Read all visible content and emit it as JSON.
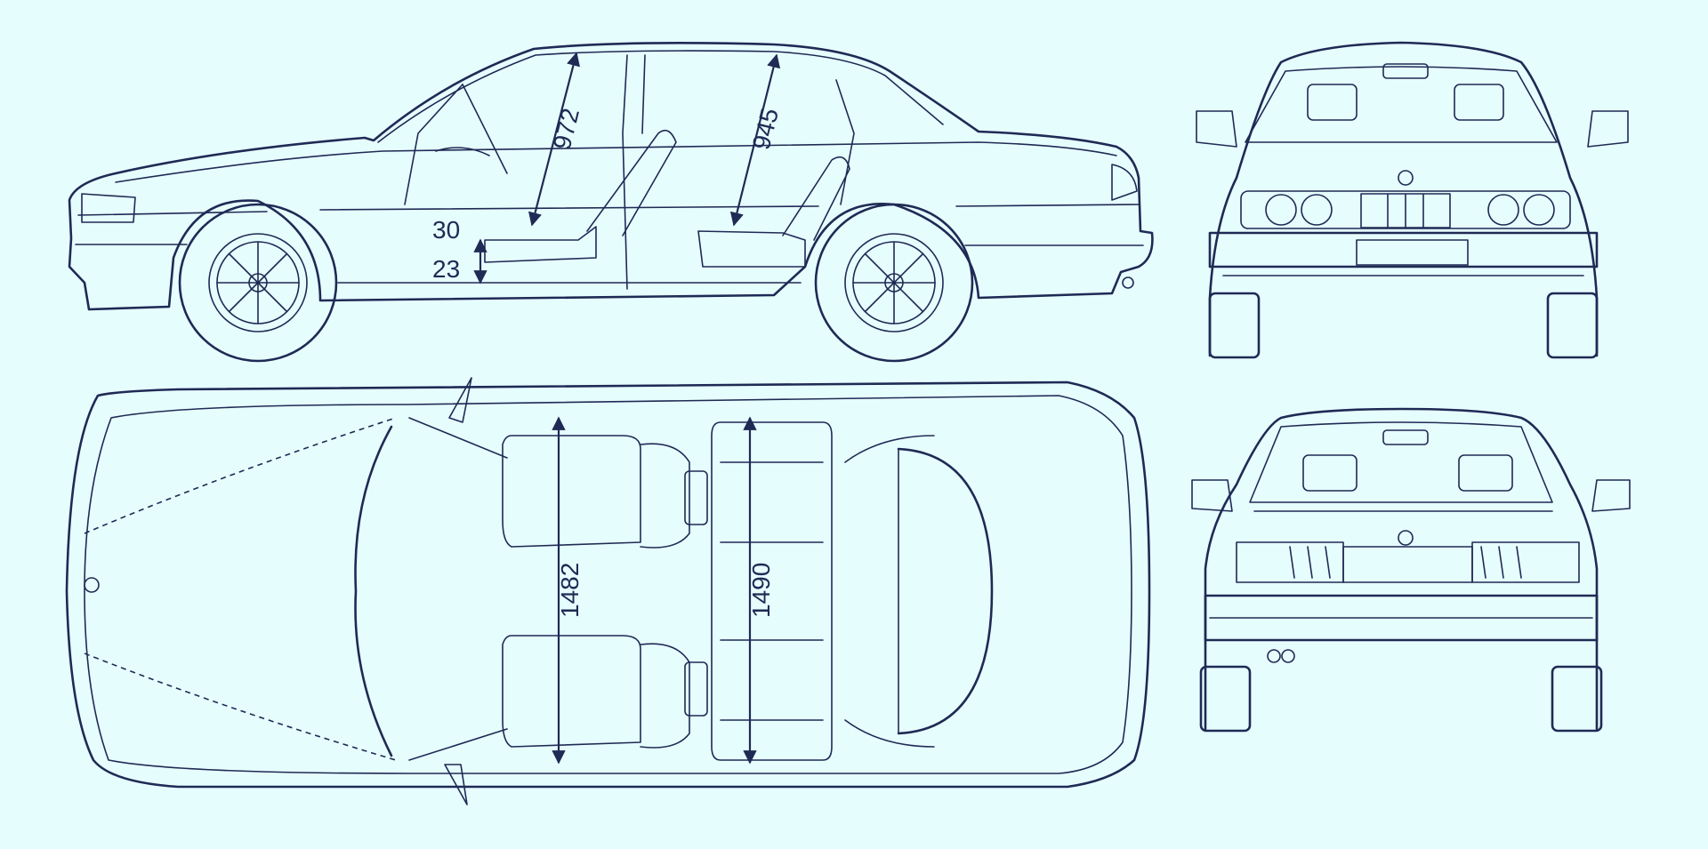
{
  "views": {
    "side": {
      "dimensions": {
        "rear_headroom": "945",
        "front_headroom": "972",
        "sill_upper": "30",
        "sill_lower": "23"
      }
    },
    "top": {
      "dimensions": {
        "front_shoulder_width": "1482",
        "rear_shoulder_width": "1490"
      }
    },
    "front": {},
    "rear": {}
  },
  "colors": {
    "background": "#e6fdfd",
    "line": "#1f2a55"
  }
}
